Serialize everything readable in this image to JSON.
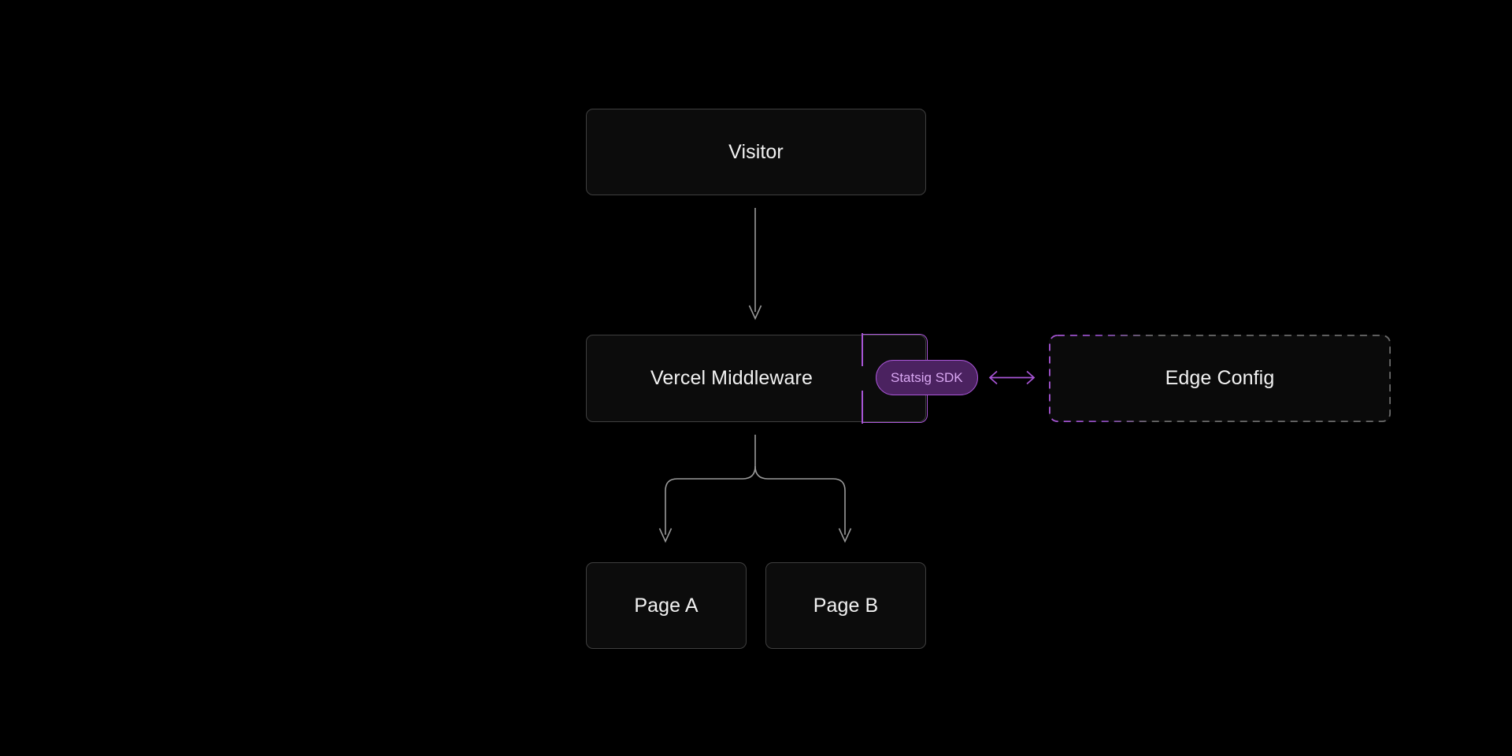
{
  "diagram": {
    "type": "flowchart",
    "background_color": "#000000",
    "nodes": {
      "visitor": {
        "label": "Visitor"
      },
      "middleware": {
        "label": "Vercel Middleware"
      },
      "statsig_badge": {
        "label": "Statsig SDK"
      },
      "edge_config": {
        "label": "Edge Config"
      },
      "page_a": {
        "label": "Page A"
      },
      "page_b": {
        "label": "Page B"
      }
    },
    "colors": {
      "node_fill": "#0c0c0c",
      "node_border": "#3f3f3f",
      "node_text": "#f2f2f2",
      "accent_purple": "#a855d6",
      "badge_fill": "#4b2260",
      "badge_text": "#d9a7f2",
      "connector": "#9a9a9a",
      "dashed_border_gray": "#6a6a6a"
    },
    "edges": [
      {
        "from": "visitor",
        "to": "middleware",
        "style": "solid",
        "arrow": "single",
        "color": "#9a9a9a"
      },
      {
        "from": "middleware",
        "to": "edge_config",
        "style": "solid",
        "arrow": "double",
        "color": "#a855d6"
      },
      {
        "from": "middleware",
        "to": "page_a",
        "style": "solid",
        "arrow": "single",
        "color": "#9a9a9a"
      },
      {
        "from": "middleware",
        "to": "page_b",
        "style": "solid",
        "arrow": "single",
        "color": "#9a9a9a"
      }
    ]
  }
}
